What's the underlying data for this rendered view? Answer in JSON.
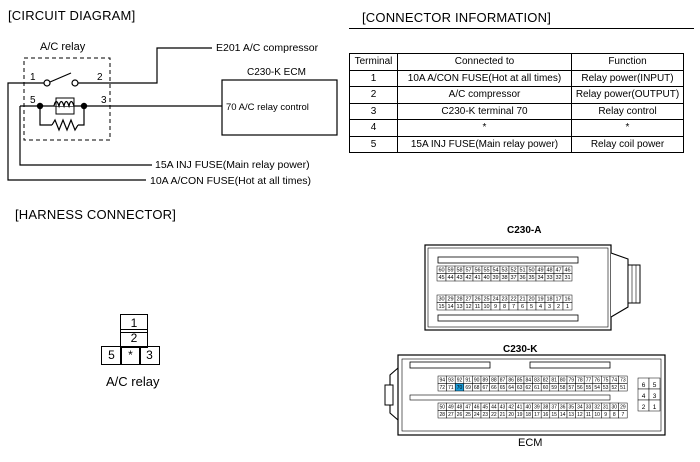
{
  "circuit": {
    "title": "[CIRCUIT DIAGRAM]",
    "relay_label": "A/C relay",
    "pins": [
      "1",
      "2",
      "5",
      "3"
    ],
    "e201_label": "E201 A/C compressor",
    "ecm_title": "C230-K ECM",
    "ecm_pin_label": "70 A/C relay control",
    "inj_fuse_label": "15A INJ FUSE(Main relay power)",
    "acon_fuse_label": "10A A/CON FUSE(Hot at all times)"
  },
  "connector_info": {
    "title": "[CONNECTOR INFORMATION]",
    "headers": [
      "Terminal",
      "Connected to",
      "Function"
    ],
    "rows": [
      [
        "1",
        "10A A/CON FUSE(Hot at all times)",
        "Relay power(INPUT)"
      ],
      [
        "2",
        "A/C compressor",
        "Relay power(OUTPUT)"
      ],
      [
        "3",
        "C230-K terminal 70",
        "Relay control"
      ],
      [
        "4",
        "*",
        "*"
      ],
      [
        "5",
        "15A INJ FUSE(Main relay power)",
        "Relay coil power"
      ]
    ]
  },
  "harness": {
    "title": "[HARNESS CONNECTOR]",
    "cells": [
      "1",
      "2",
      "5",
      "*",
      "3"
    ],
    "relay_label": "A/C relay",
    "c230a_label": "C230-A",
    "c230k_label": "C230-K",
    "ecm_label": "ECM",
    "c230a_rows": [
      [
        "60",
        "59",
        "58",
        "57",
        "56",
        "55",
        "54",
        "53",
        "52",
        "51",
        "50",
        "49",
        "48",
        "47",
        "46"
      ],
      [
        "45",
        "44",
        "43",
        "42",
        "41",
        "40",
        "39",
        "38",
        "37",
        "36",
        "35",
        "34",
        "33",
        "32",
        "31"
      ],
      [
        "30",
        "29",
        "28",
        "27",
        "26",
        "25",
        "24",
        "23",
        "22",
        "21",
        "20",
        "19",
        "18",
        "17",
        "16"
      ],
      [
        "15",
        "14",
        "13",
        "12",
        "11",
        "10",
        "9",
        "8",
        "7",
        "6",
        "5",
        "4",
        "3",
        "2",
        "1"
      ]
    ],
    "c230k_rows": [
      [
        "94",
        "93",
        "92",
        "91",
        "90",
        "89",
        "88",
        "87",
        "86",
        "85",
        "84",
        "83",
        "82",
        "81",
        "80",
        "79",
        "78",
        "77",
        "76",
        "75",
        "74",
        "73"
      ],
      [
        "72",
        "71",
        "70",
        "69",
        "68",
        "67",
        "66",
        "65",
        "64",
        "63",
        "62",
        "61",
        "60",
        "59",
        "58",
        "57",
        "56",
        "55",
        "54",
        "53",
        "52",
        "51"
      ],
      [
        "50",
        "49",
        "48",
        "47",
        "46",
        "45",
        "44",
        "43",
        "42",
        "41",
        "40",
        "39",
        "38",
        "37",
        "36",
        "35",
        "34",
        "33",
        "32",
        "31",
        "30",
        "29"
      ],
      [
        "28",
        "27",
        "26",
        "25",
        "24",
        "23",
        "22",
        "21",
        "20",
        "19",
        "18",
        "17",
        "16",
        "15",
        "14",
        "13",
        "12",
        "11",
        "10",
        "9",
        "8",
        "7"
      ]
    ],
    "c230k_side": [
      [
        "6",
        "5"
      ],
      [
        "4",
        "3"
      ],
      [
        "2",
        "1"
      ]
    ],
    "highlight_pin": "70",
    "highlight_color": "#1a9bd7"
  }
}
